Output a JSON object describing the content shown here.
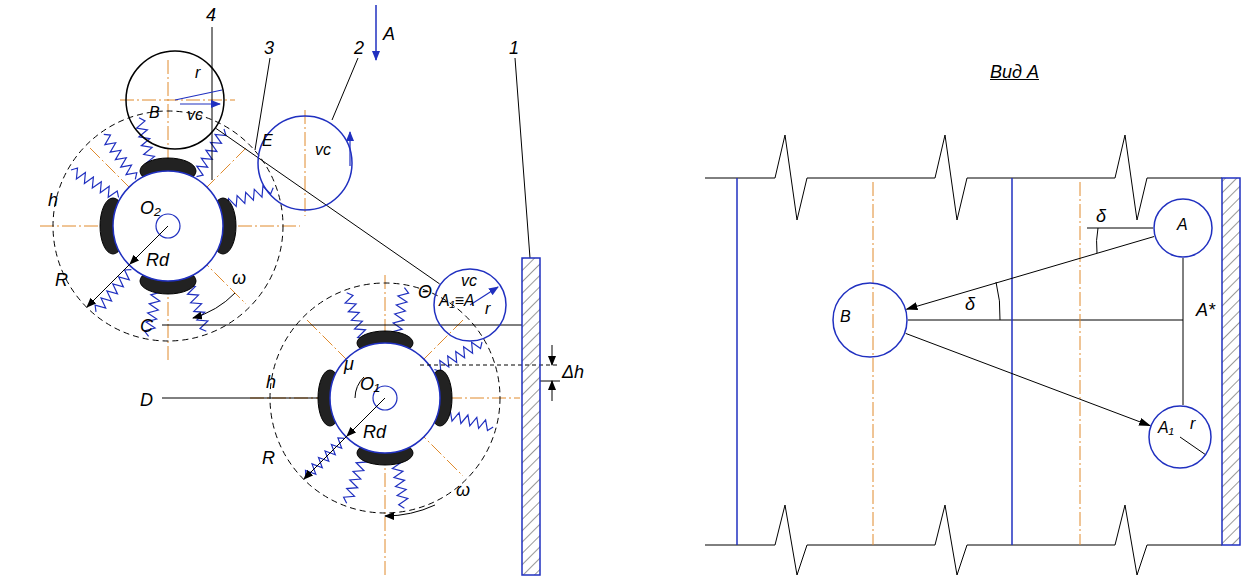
{
  "diagram": {
    "nodes": [
      {
        "text": [
          "B",
          "r",
          "vc"
        ]
      },
      {
        "text": [
          "E",
          "vc"
        ]
      },
      {
        "text": [
          "A₁≡A",
          "r",
          "vc"
        ]
      },
      {
        "text": [
          "A"
        ]
      },
      {
        "text": [
          "B"
        ]
      },
      {
        "text": [
          "A₁",
          "r"
        ]
      }
    ],
    "edges": [
      {
        "from": 0,
        "to": 2,
        "arrow": "none"
      },
      {
        "from": 3,
        "to": 4,
        "arrow": "to"
      },
      {
        "from": 4,
        "to": 5,
        "arrow": "to"
      }
    ],
    "labels": [
      "A",
      "4",
      "3",
      "2",
      "1",
      "O₂",
      "h",
      "Rd",
      "R",
      "ω",
      "Θ",
      "C",
      "D",
      "O₁",
      "μ",
      "h",
      "Rd",
      "R",
      "ω",
      "Δh",
      "Вид А",
      "δ",
      "δ",
      "A*"
    ]
  }
}
